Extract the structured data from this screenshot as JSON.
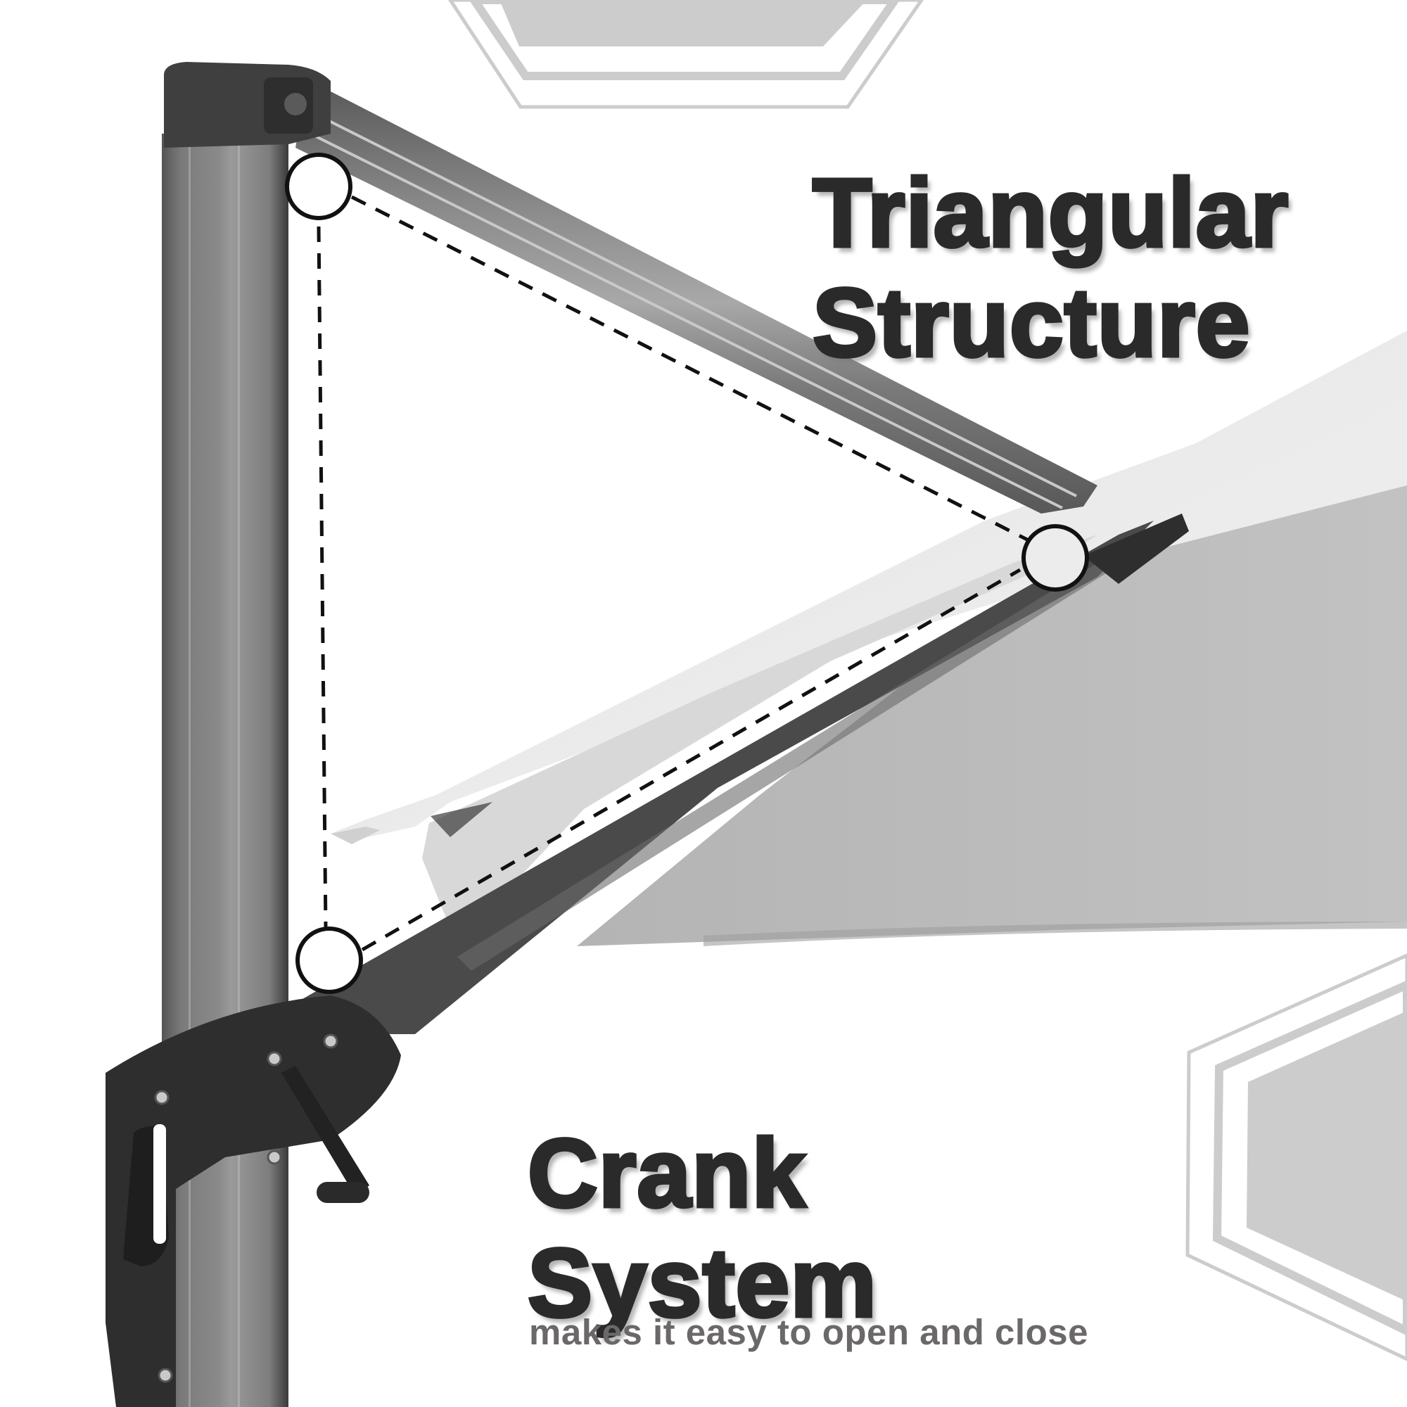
{
  "feature_1": {
    "title_line1": "Triangular",
    "title_line2": "Structure",
    "callout_points": 3
  },
  "feature_2": {
    "title_line1": "Crank",
    "title_line2": "System",
    "subtitle": "makes it easy to open and close"
  },
  "colors": {
    "headline": "#2a2a2a",
    "subtitle": "#6b6869",
    "decor_hexagon": "#cccccc",
    "pole": "#6e6e6e",
    "canopy": "#ececec",
    "canopy_shadow": "#bdbdbd",
    "crank_housing": "#2e2e2e"
  },
  "icons": {
    "hexagon_top": "hexagon-decor",
    "hexagon_bottom_right": "hexagon-decor",
    "callout_circle": "circle-outline"
  }
}
